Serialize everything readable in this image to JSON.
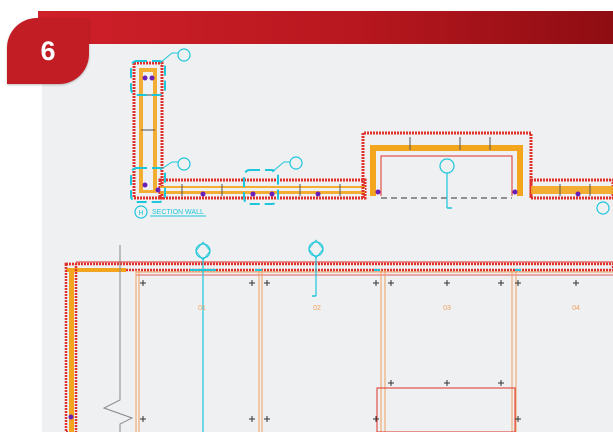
{
  "step": {
    "number": "6"
  },
  "plan_top": {
    "section_label": "SECTION WALL",
    "section_marker": "H"
  },
  "plan_bottom": {
    "bays": [
      "01",
      "02",
      "03",
      "04"
    ]
  },
  "colors": {
    "banner_start": "#d0202a",
    "banner_end": "#8e0d12",
    "wall_red": "#e0302c",
    "wall_core": "#f3a51e",
    "callout_cyan": "#1ec6dc",
    "grid_orange": "#f0a060",
    "node_purple": "#6a1fb8"
  }
}
